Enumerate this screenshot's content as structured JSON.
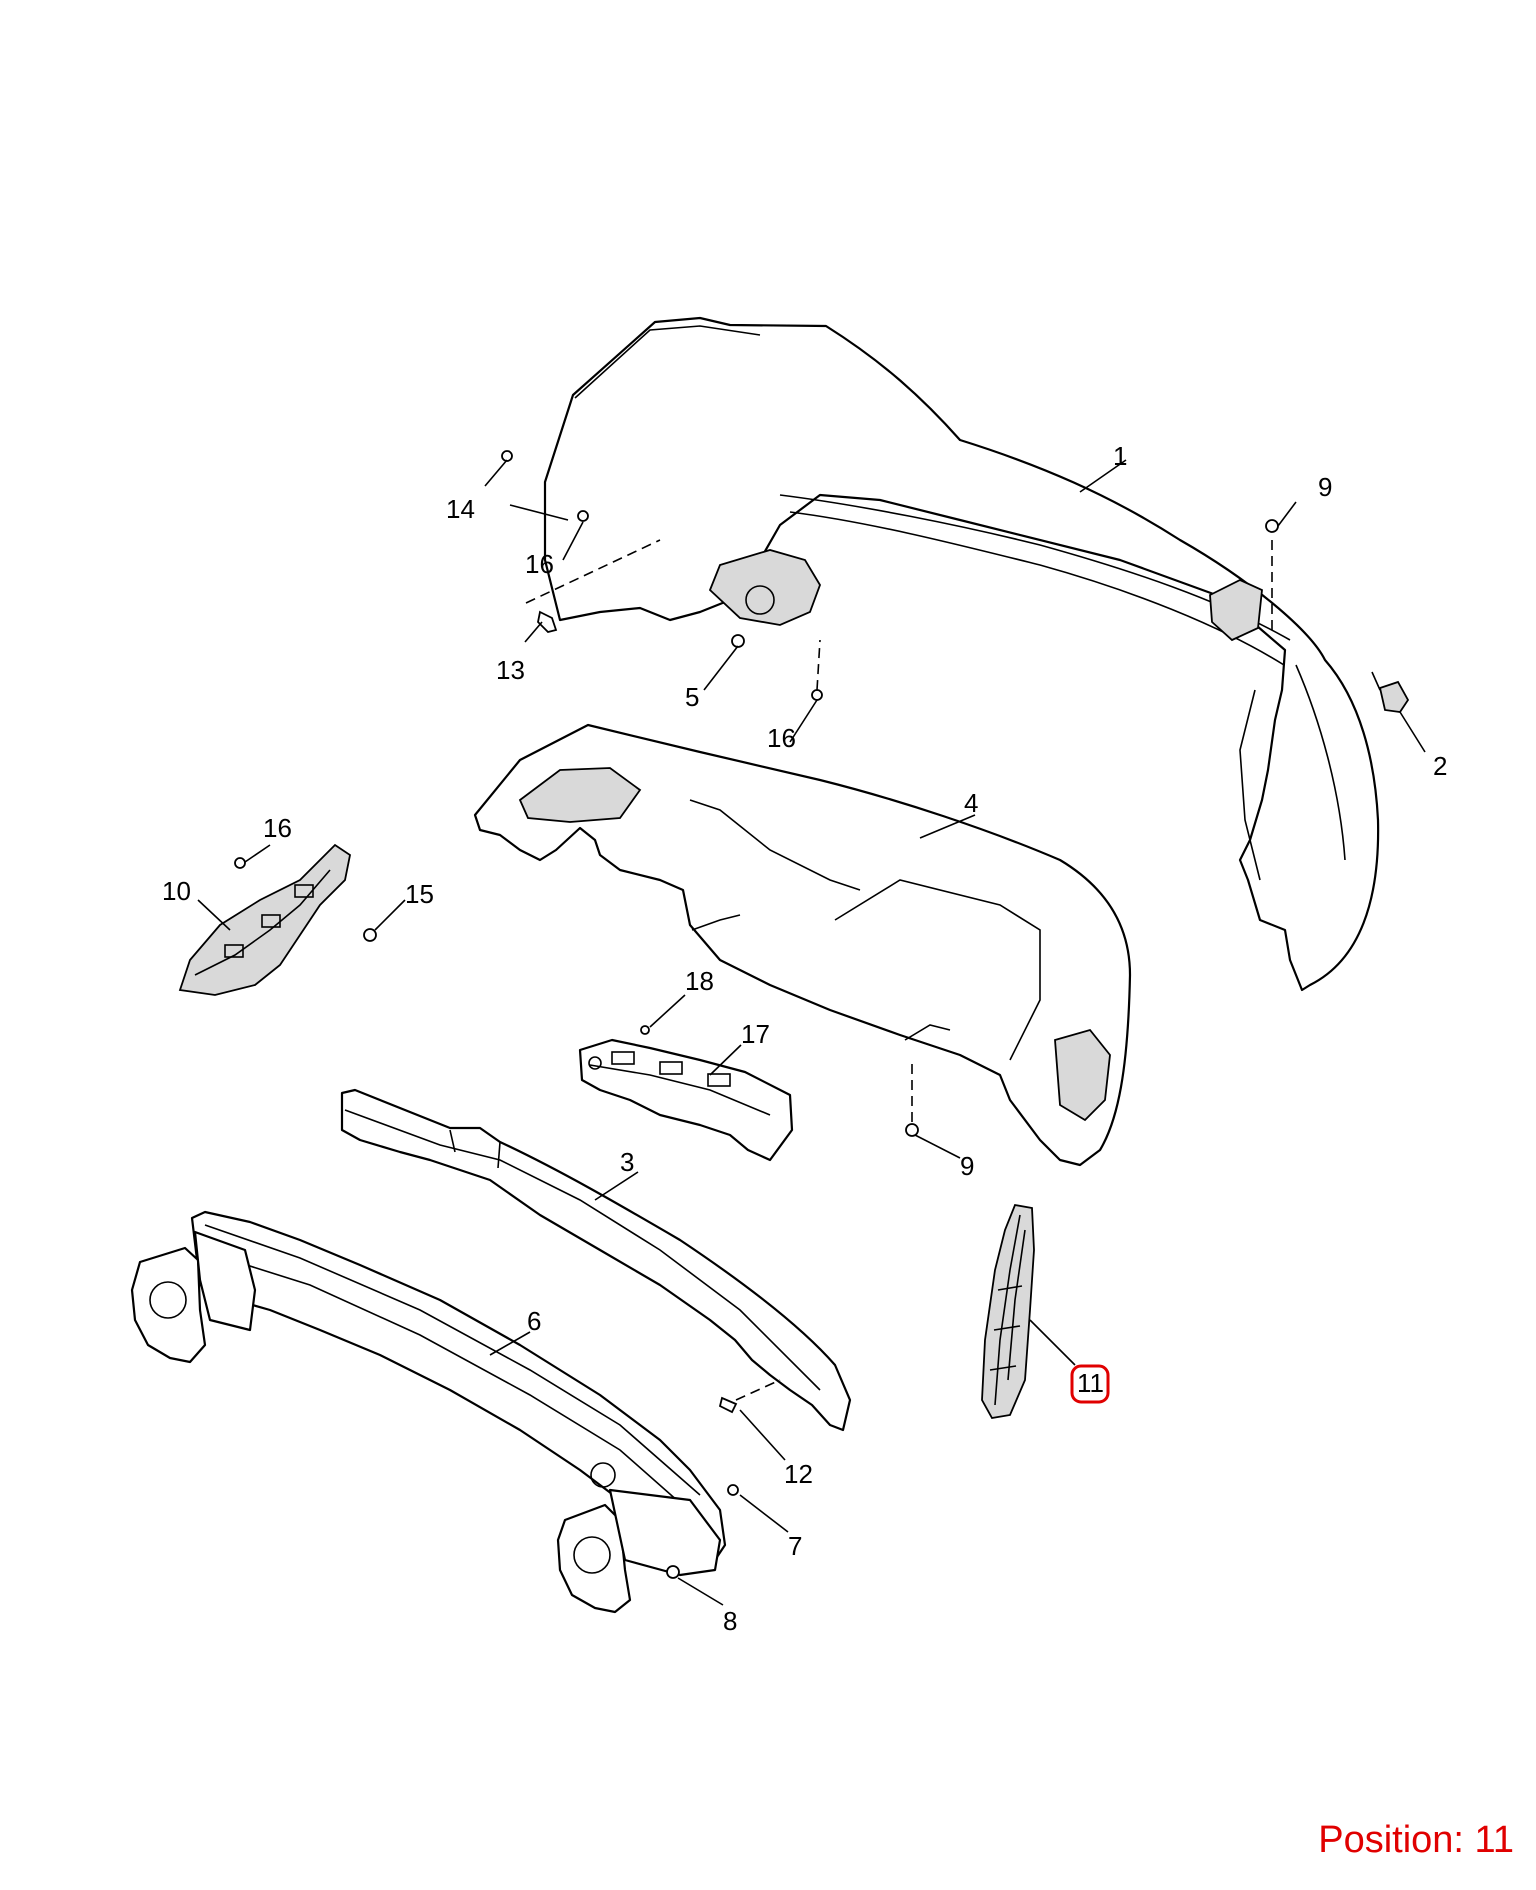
{
  "callouts": {
    "p1": "1",
    "p2": "2",
    "p3": "3",
    "p4": "4",
    "p5": "5",
    "p6": "6",
    "p7": "7",
    "p8": "8",
    "p9a": "9",
    "p9b": "9",
    "p10": "10",
    "p11": "11",
    "p12": "12",
    "p13": "13",
    "p14": "14",
    "p15": "15",
    "p16a": "16",
    "p16b": "16",
    "p16c": "16",
    "p17": "17",
    "p18": "18"
  },
  "selected_position": "11",
  "position_text": "Position: 11",
  "colors": {
    "highlight": "#e00000",
    "line": "#000000",
    "background": "#ffffff"
  }
}
